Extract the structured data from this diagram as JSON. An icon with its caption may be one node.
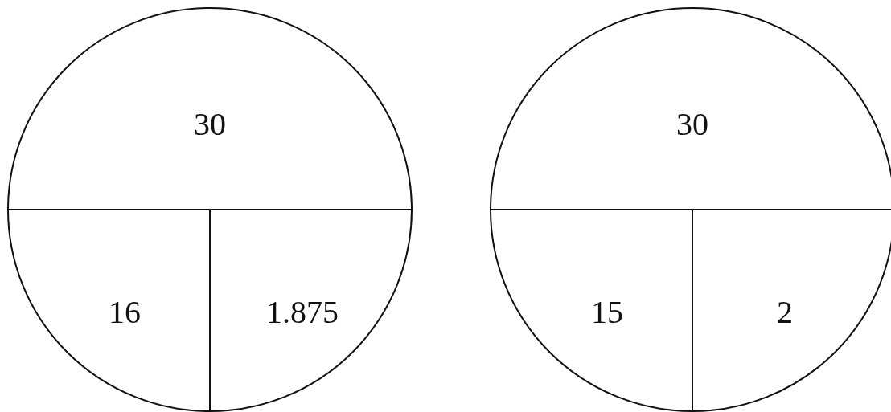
{
  "diagram": {
    "nodes": [
      {
        "text": [],
        "shape": "circle"
      },
      {
        "text": [
          "30"
        ],
        "in": 0
      },
      {
        "text": [
          "16"
        ],
        "in": 0
      },
      {
        "text": [
          "1.875"
        ],
        "in": 0
      },
      {
        "text": [],
        "shape": "circle"
      },
      {
        "text": [
          "30"
        ],
        "in": 4
      },
      {
        "text": [
          "15"
        ],
        "in": 4
      },
      {
        "text": [
          "2"
        ],
        "in": 4
      }
    ]
  }
}
